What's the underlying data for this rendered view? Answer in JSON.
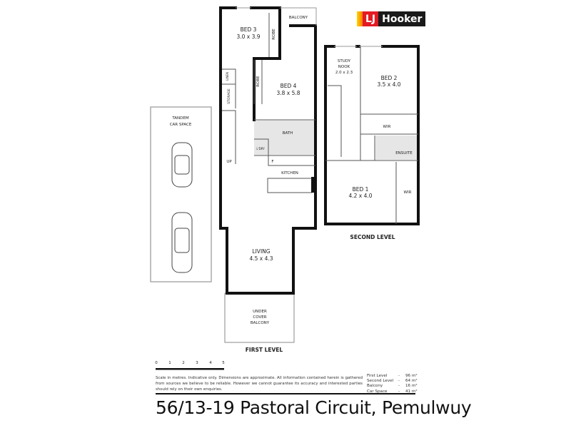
{
  "brand": {
    "logo_left": "LJ",
    "logo_right": "Hooker",
    "colors": {
      "red": "#e31b23",
      "black": "#1a1a1a",
      "orange": "#f57c00",
      "yellow": "#ffd400"
    }
  },
  "first_level": {
    "title": "FIRST LEVEL",
    "rooms": {
      "bed3": {
        "name": "BED 3",
        "size": "3.0 x 3.9"
      },
      "bed3_robe": "ROBE",
      "balcony": "BALCONY",
      "bed4": {
        "name": "BED 4",
        "size": "3.8 x 5.8"
      },
      "bed4_robe": "ROBE",
      "linen": "LINEN",
      "storage": "STORAGE",
      "bath": "BATH",
      "laundry": "L'DRY",
      "fridge": "F",
      "kitchen": "KITCHEN",
      "stairs": "UP",
      "living": {
        "name": "LIVING",
        "size": "4.5 x 4.3"
      },
      "under_cover_balcony": [
        "UNDER",
        "COVER",
        "BALCONY"
      ]
    }
  },
  "car_space": {
    "label": [
      "TANDEM",
      "CAR SPACE"
    ]
  },
  "second_level": {
    "title": "SECOND LEVEL",
    "rooms": {
      "study": {
        "name": [
          "STUDY",
          "NOOK"
        ],
        "size": "2.0 x 2.3"
      },
      "bed2": {
        "name": "BED 2",
        "size": "3.5 x 4.0"
      },
      "wir_bed2": "WIR",
      "ensuite": "ENSUITE",
      "bed1": {
        "name": "BED 1",
        "size": "4.2 x 4.0"
      },
      "wir_bed1": "WIR"
    }
  },
  "scale": {
    "ticks": [
      "0",
      "1",
      "2",
      "3",
      "4",
      "5"
    ]
  },
  "disclaimer": "Scale in metres. Indicative only. Dimensions are approximate.  All information contained herein is gathered from sources we believe to be reliable. However we cannot guarantee its accuracy and interested parties should rely on their own enquiries.",
  "areas": [
    {
      "label": "First Level",
      "value": "96 m²"
    },
    {
      "label": "Second Level",
      "value": "64 m²"
    },
    {
      "label": "Balcony",
      "value": "16 m²"
    },
    {
      "label": "Car Space",
      "value": "41 m²"
    }
  ],
  "address": "56/13-19 Pastoral Circuit, Pemulwuy"
}
